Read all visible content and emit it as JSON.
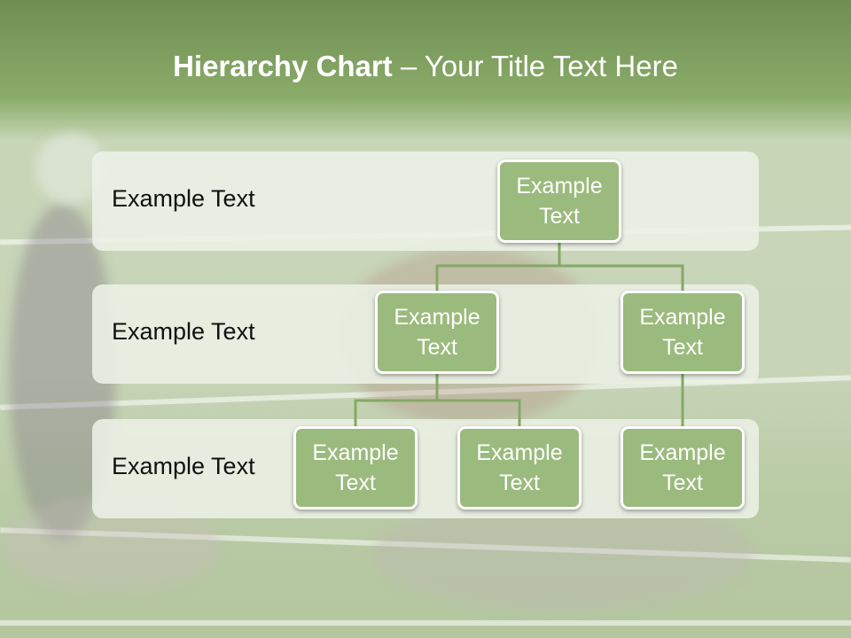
{
  "slide": {
    "title_bold": "Hierarchy Chart",
    "title_rest": " – Your Title Text Here"
  },
  "bands": [
    {
      "label": "Example Text"
    },
    {
      "label": "Example Text"
    },
    {
      "label": "Example Text"
    }
  ],
  "nodes": {
    "root": "Example\nText",
    "level2_left": "Example\nText",
    "level2_right": "Example\nText",
    "level3_a": "Example\nText",
    "level3_b": "Example\nText",
    "level3_c": "Example\nText"
  },
  "colors": {
    "node_fill": "#9bba7d",
    "connector": "#86a866",
    "band_fill": "#ecf1e6"
  }
}
